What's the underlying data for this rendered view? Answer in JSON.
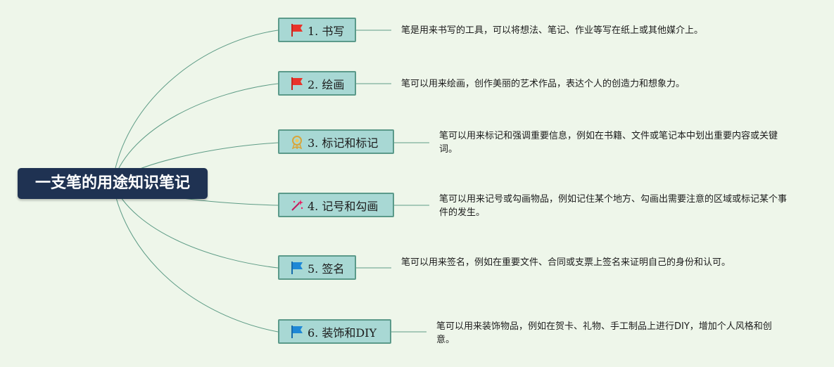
{
  "root": {
    "title": "一支笔的用途知识笔记"
  },
  "topics": [
    {
      "label": "1. 书写",
      "icon": "red-flag-icon",
      "description": "笔是用来书写的工具，可以将想法、笔记、作业等写在纸上或其他媒介上。"
    },
    {
      "label": "2. 绘画",
      "icon": "red-flag-icon",
      "description": "笔可以用来绘画，创作美丽的艺术作品，表达个人的创造力和想象力。"
    },
    {
      "label": "3. 标记和标记",
      "icon": "award-badge-icon",
      "description": "笔可以用来标记和强调重要信息，例如在书籍、文件或笔记本中划出重要内容或关键词。"
    },
    {
      "label": "4. 记号和勾画",
      "icon": "magic-wand-icon",
      "description": "笔可以用来记号或勾画物品，例如记住某个地方、勾画出需要注意的区域或标记某个事件的发生。"
    },
    {
      "label": "5. 签名",
      "icon": "blue-flag-icon",
      "description": "笔可以用来签名，例如在重要文件、合同或支票上签名来证明自己的身份和认可。"
    },
    {
      "label": "6. 装饰和DIY",
      "icon": "blue-flag-icon",
      "description": "笔可以用来装饰物品，例如在贺卡、礼物、手工制品上进行DIY，增加个人风格和创意。"
    }
  ],
  "colors": {
    "background": "#eef6ea",
    "root_fill": "#1f3252",
    "topic_fill": "#a8d8d4",
    "topic_border": "#5b9a8a",
    "connector": "#5e9c86",
    "red_flag": "#e8332a",
    "blue_flag": "#1e88d6"
  }
}
